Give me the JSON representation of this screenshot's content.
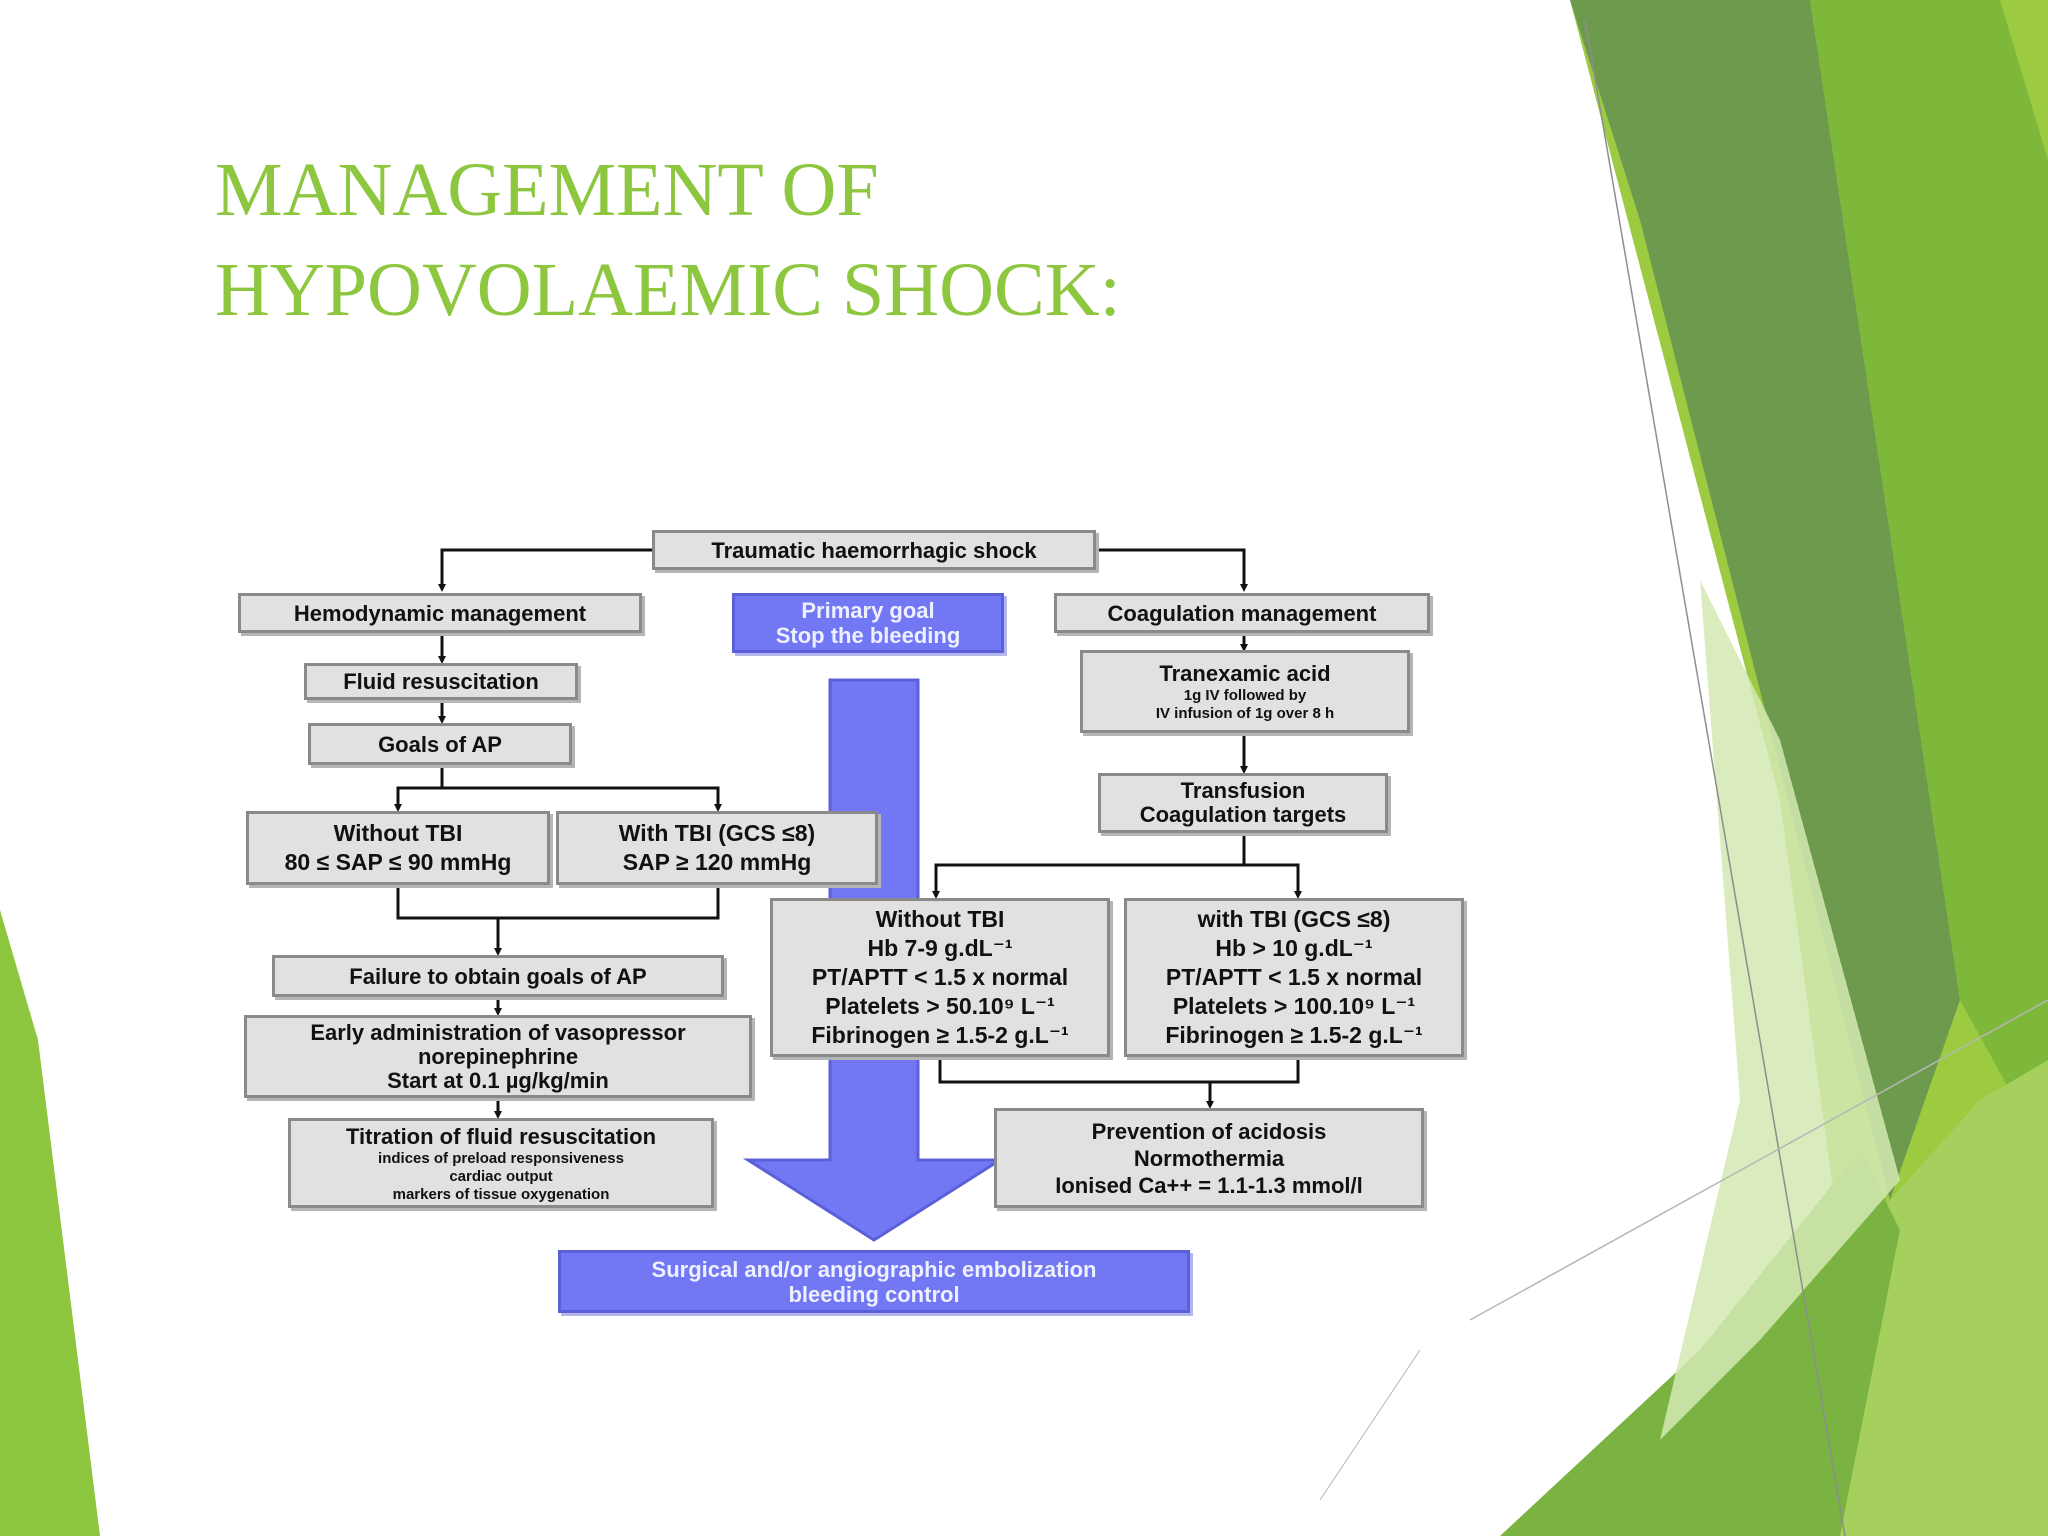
{
  "slide": {
    "title_line1": "MANAGEMENT OF",
    "title_line2": "HYPOVOLAEMIC SHOCK:",
    "accent_color": "#8dc63f"
  },
  "flowchart": {
    "root": "Traumatic haemorrhagic shock",
    "primary_goal": {
      "line1": "Primary goal",
      "line2": "Stop the bleeding"
    },
    "hemodynamic": {
      "header": "Hemodynamic management",
      "fluid": "Fluid resuscitation",
      "goals": "Goals of AP",
      "without_tbi": {
        "line1": "Without TBI",
        "line2": "80 ≤ SAP ≤ 90 mmHg"
      },
      "with_tbi": {
        "line1": "With TBI (GCS ≤8)",
        "line2": "SAP ≥ 120 mmHg"
      },
      "failure": "Failure to obtain goals of AP",
      "vasopressor": {
        "line1": "Early administration of vasopressor",
        "line2": "norepinephrine",
        "line3": "Start at 0.1 µg/kg/min"
      },
      "titration": {
        "line1": "Titration of fluid resuscitation",
        "line2": "indices of preload responsiveness",
        "line3": "cardiac output",
        "line4": "markers of tissue oxygenation"
      }
    },
    "coagulation": {
      "header": "Coagulation management",
      "tranexamic": {
        "line1": "Tranexamic acid",
        "line2": "1g IV followed by",
        "line3": "IV infusion of 1g over 8 h"
      },
      "transfusion": {
        "line1": "Transfusion",
        "line2": "Coagulation targets"
      },
      "without_tbi": {
        "line1": "Without TBI",
        "line2": "Hb 7-9 g.dL⁻¹",
        "line3": "PT/APTT < 1.5 x normal",
        "line4": "Platelets > 50.10⁹ L⁻¹",
        "line5": "Fibrinogen ≥ 1.5-2 g.L⁻¹"
      },
      "with_tbi": {
        "line1": "with TBI (GCS ≤8)",
        "line2": "Hb > 10 g.dL⁻¹",
        "line3": "PT/APTT < 1.5 x normal",
        "line4": "Platelets > 100.10⁹ L⁻¹",
        "line5": "Fibrinogen ≥ 1.5-2 g.L⁻¹"
      },
      "prevention": {
        "line1": "Prevention of acidosis",
        "line2": "Normothermia",
        "line3": "Ionised Ca++  = 1.1-1.3 mmol/l"
      }
    },
    "final": {
      "line1": "Surgical and/or angiographic embolization",
      "line2": "bleeding control"
    }
  }
}
